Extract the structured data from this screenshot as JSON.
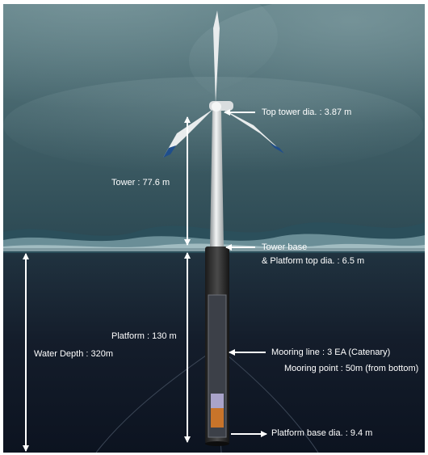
{
  "labels": {
    "top_tower_dia": "Top tower dia. : 3.87 m",
    "tower": "Tower : 77.6 m",
    "tower_base": "Tower base",
    "platform_top_dia": "& Platform top dia. : 6.5 m",
    "platform": "Platform : 130 m",
    "water_depth": "Water Depth : 320m",
    "mooring_line": "Mooring line : 3 EA (Catenary)",
    "mooring_point": "Mooring point : 50m (from bottom)",
    "platform_base_dia": "Platform base dia. : 9.4 m"
  },
  "colors": {
    "sky_top": "#5e7f85",
    "sea_deep": "#0c1320",
    "wave_foam": "#9fc2c8",
    "blade_tip": "#1f4e8c",
    "ballast_orange": "#c8742a",
    "ballast_lavender": "#a9a3c9"
  }
}
